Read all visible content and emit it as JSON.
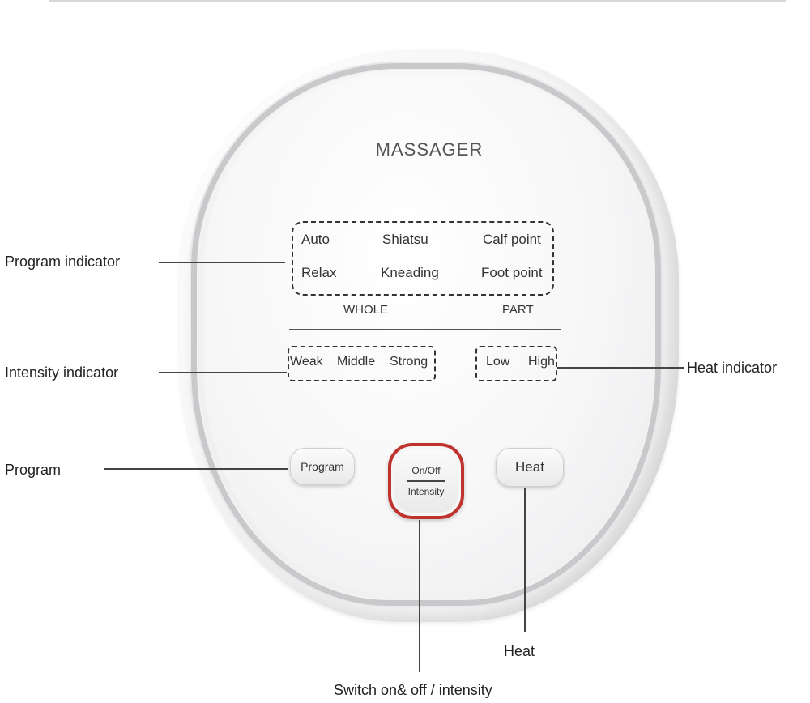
{
  "device": {
    "brand": "MASSAGER",
    "programs": {
      "whole": [
        "Auto",
        "Relax",
        "Shiatsu",
        "Kneading"
      ],
      "part": [
        "Calf point",
        "Foot point"
      ],
      "whole_label": "WHOLE",
      "part_label": "PART"
    },
    "intensity": [
      "Weak",
      "Middle",
      "Strong"
    ],
    "heat": [
      "Low",
      "High"
    ],
    "buttons": {
      "program": "Program",
      "power_top": "On/Off",
      "power_bottom": "Intensity",
      "heat": "Heat"
    },
    "accent_color": "#c0322d"
  },
  "callouts": {
    "program_indicator": "Program indicator",
    "intensity_indicator": "Intensity indicator",
    "heat_indicator": "Heat indicator",
    "program": "Program",
    "heat": "Heat",
    "switch": "Switch on& off  / intensity"
  }
}
